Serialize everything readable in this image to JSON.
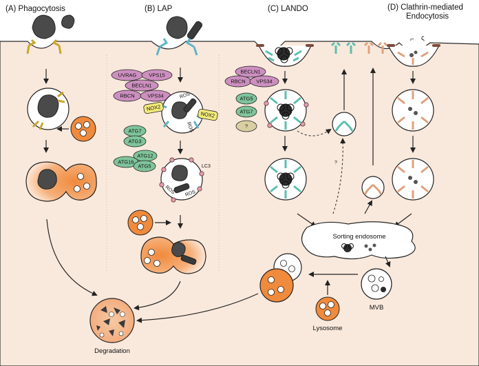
{
  "panels": {
    "a": {
      "title": "(A) Phagocytosis"
    },
    "b": {
      "title": "(B) LAP"
    },
    "c": {
      "title": "(C) LANDO"
    },
    "d": {
      "title_line1": "(D) Clathrin-mediated",
      "title_line2": "Endocytosis"
    }
  },
  "lap_proteins": [
    "UVRAG",
    "VPS15",
    "BECLN1",
    "RBCN",
    "VPS34"
  ],
  "lap_nox": "NOX2",
  "lap_atg": [
    "ATG7",
    "ATG3",
    "ATG12",
    "ATG16",
    "ATG5"
  ],
  "lap_ros": "ROS",
  "lap_lc3": "LC3",
  "lando_proteins": [
    "BECLN1",
    "RBCN",
    "VPS34"
  ],
  "lando_atg": [
    "ATG5",
    "ATG7",
    "?"
  ],
  "question_mark": "?",
  "labels": {
    "sorting_endosome": "Sorting endosome",
    "mvb": "MVB",
    "lysosome": "Lysosome",
    "degradation": "Degradation"
  },
  "colors": {
    "membrane_fill": "#f9e9dc",
    "membrane_stroke": "#2a2a2a",
    "lysosome_orange": "#f08a3c",
    "purple_protein": "#cc8fbf",
    "green_protein": "#7fc49a",
    "yellow_nox": "#f3ea7a",
    "tan_protein": "#d9cfa2",
    "cargo_dark": "#4a4a4a",
    "receptor_teal": "#5cbfae",
    "receptor_gold": "#c9a42a",
    "receptor_blue": "#5fb3c9",
    "receptor_salmon": "#e0a07c",
    "lc3_pink": "#e79aa6"
  }
}
